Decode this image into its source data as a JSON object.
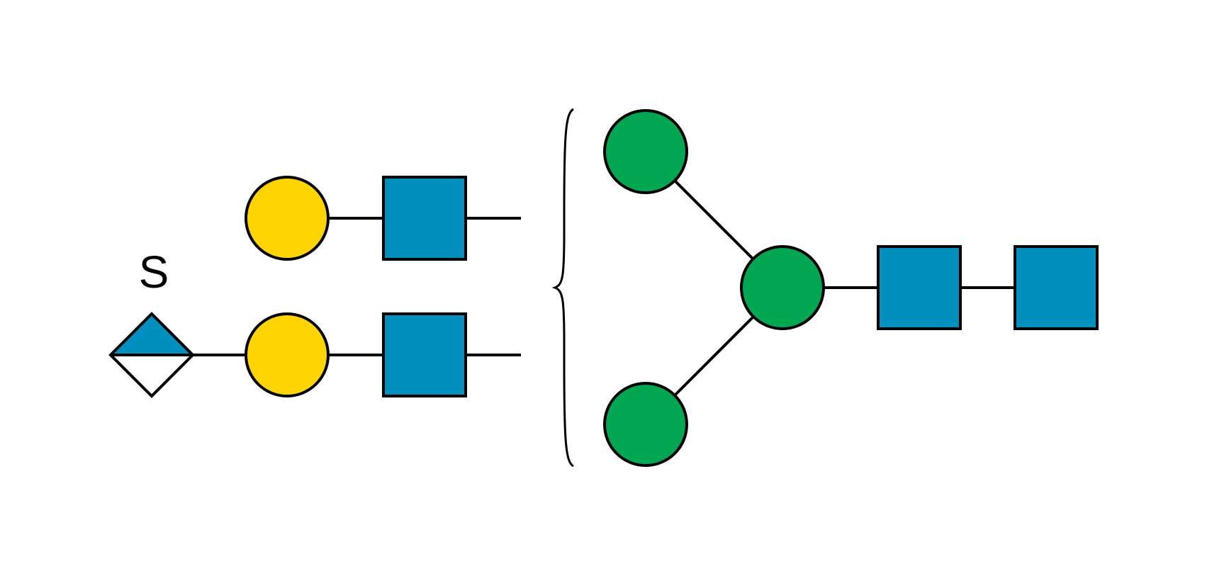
{
  "colors": {
    "mannose": "#00A651",
    "glcnac": "#0090BF",
    "galactose": "#FFD400",
    "neuac": "#0090BF",
    "outline": "#000000",
    "background": "#FFFFFF"
  },
  "symbols": {
    "mannose": "green-circle",
    "glcnac": "blue-square",
    "galactose": "yellow-circle",
    "neuac": "half-blue-diamond"
  },
  "modification": {
    "label": "S"
  }
}
